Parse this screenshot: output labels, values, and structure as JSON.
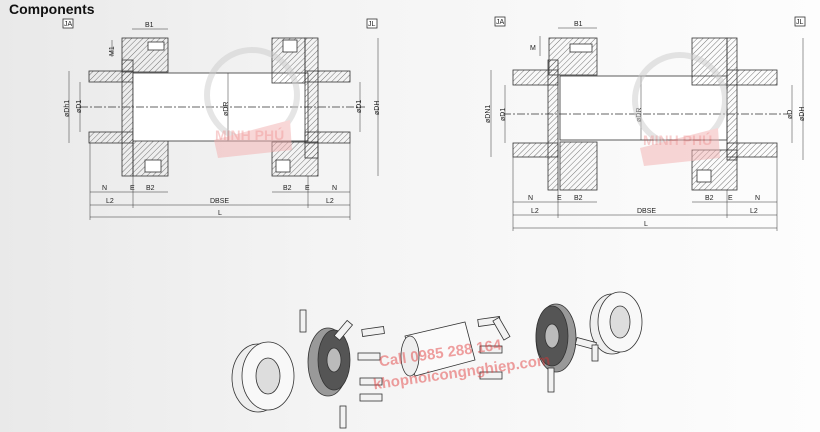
{
  "title": "Components",
  "drawing_left": {
    "labels": {
      "ja": "JA",
      "jl": "JL",
      "b1": "B1",
      "m1": "M1",
      "dh1": "øDh1",
      "d1": "øD1",
      "dr": "øDR",
      "d1r": "øD1",
      "dh": "øDH",
      "n_left": "N",
      "e_left": "E",
      "b2_left": "B2",
      "b2_right": "B2",
      "e_right": "E",
      "n_right": "N",
      "l2_left": "L2",
      "dbse": "DBSE",
      "l2_right": "L2",
      "l": "L"
    }
  },
  "drawing_right": {
    "labels": {
      "ja": "JA",
      "jl": "JL",
      "b1": "B1",
      "m": "M",
      "dn1": "øDN1",
      "d1": "øD1",
      "dr": "øDR",
      "d": "øD",
      "dh": "øDH",
      "n_left": "N",
      "e_left": "E",
      "b2_left": "B2",
      "b2_right": "B2",
      "e_right": "E",
      "n_right": "N",
      "l2_left": "L2",
      "dbse": "DBSE",
      "l2_right": "L2",
      "l": "L"
    }
  },
  "watermark": {
    "brand": "MINH PHÚ",
    "phone": "Call 0985 288 164",
    "website": "khopnoicongnghiep.com",
    "accent": "#e03030"
  }
}
